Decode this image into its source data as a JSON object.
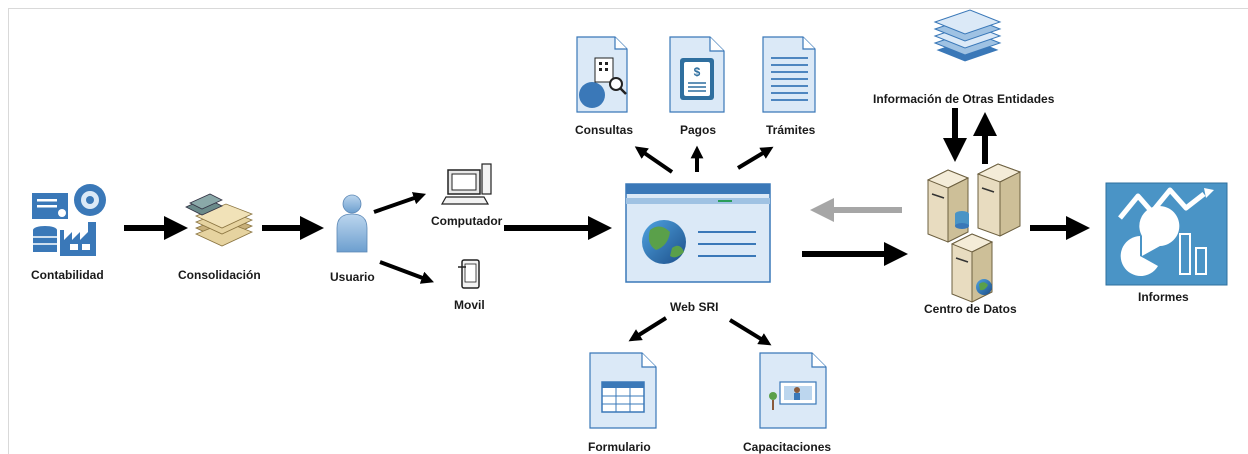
{
  "nodes": {
    "contabilidad": "Contabilidad",
    "consolidacion": "Consolidación",
    "usuario": "Usuario",
    "computador": "Computador",
    "movil": "Movil",
    "web_sri": "Web SRI",
    "consultas": "Consultas",
    "pagos": "Pagos",
    "tramites": "Trámites",
    "formulario": "Formulario",
    "capacitaciones": "Capacitaciones",
    "otras_entidades": "Información de Otras Entidades",
    "centro_datos": "Centro de Datos",
    "informes": "Informes"
  },
  "colors": {
    "doc_blue": "#dbe9f7",
    "icon_blue": "#3a78b8",
    "informes_bg": "#4a94c6",
    "flow_arrow": "#000000",
    "return_arrow": "#a6a6a6",
    "server_tan": "#e8dcc0"
  }
}
